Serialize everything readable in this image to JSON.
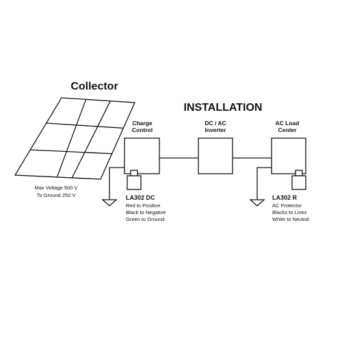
{
  "collector": {
    "title": "Collector",
    "voltage_lines": [
      "Max Voltage 500 V",
      "To Ground 250 V"
    ]
  },
  "installation": {
    "title": "INSTALLATION"
  },
  "charge_control": {
    "label_lines": [
      "Charge",
      "Control"
    ],
    "model": "LA302 DC",
    "notes": [
      "Red to Positive",
      "Black to Negative",
      "Green to Ground"
    ]
  },
  "inverter": {
    "label_lines": [
      "DC / AC",
      "Inverter"
    ]
  },
  "load_center": {
    "label_lines": [
      "AC Load",
      "Center"
    ],
    "model": "LA302 R",
    "notes": [
      "AC Protector",
      "Blacks to Lines",
      "White to Neutral"
    ]
  }
}
